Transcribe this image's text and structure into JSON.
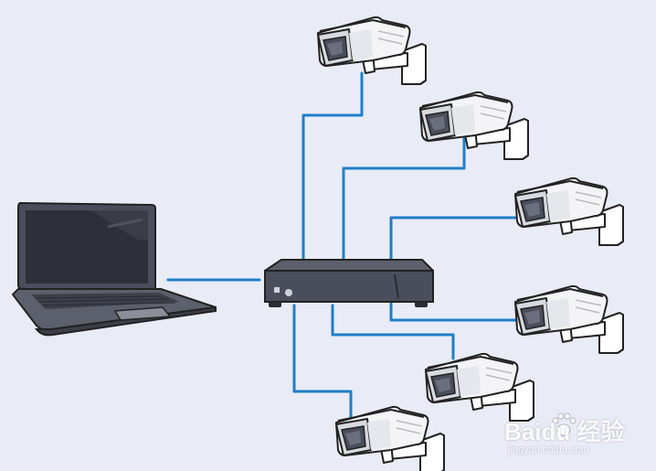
{
  "watermark": {
    "brand": "Baidu 经验",
    "url": "jingyan.baidu.com"
  },
  "diagram": {
    "nodes": [
      "laptop",
      "dvr-recorder",
      "camera-1",
      "camera-2",
      "camera-3",
      "camera-4",
      "camera-5",
      "camera-6"
    ],
    "colors": {
      "background": "#e9ebf6",
      "cable": "#1f7fc8",
      "device_dark": "#4a4e5c",
      "camera_body": "#f4f4f6"
    }
  }
}
